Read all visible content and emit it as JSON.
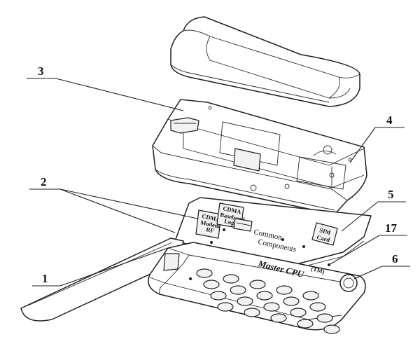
{
  "callouts": [
    {
      "id": "1",
      "text": "1"
    },
    {
      "id": "2",
      "text": "2"
    },
    {
      "id": "3",
      "text": "3"
    },
    {
      "id": "4",
      "text": "4"
    },
    {
      "id": "5",
      "text": "5"
    },
    {
      "id": "6",
      "text": "6"
    },
    {
      "id": "17",
      "text": "17"
    }
  ],
  "board_labels": {
    "chip_a_line1": "CDMA",
    "chip_a_line2": "Modem",
    "chip_a_line3": "RF",
    "chip_b_line1": "CDMA",
    "chip_b_line2": "Baseband",
    "chip_b_line3": "Logic",
    "common_line1": "Common",
    "common_line2": "Components",
    "sim_line1": "SIM",
    "sim_line2": "Card",
    "brand": "Master CPU",
    "brand_tm": "(TM)"
  }
}
